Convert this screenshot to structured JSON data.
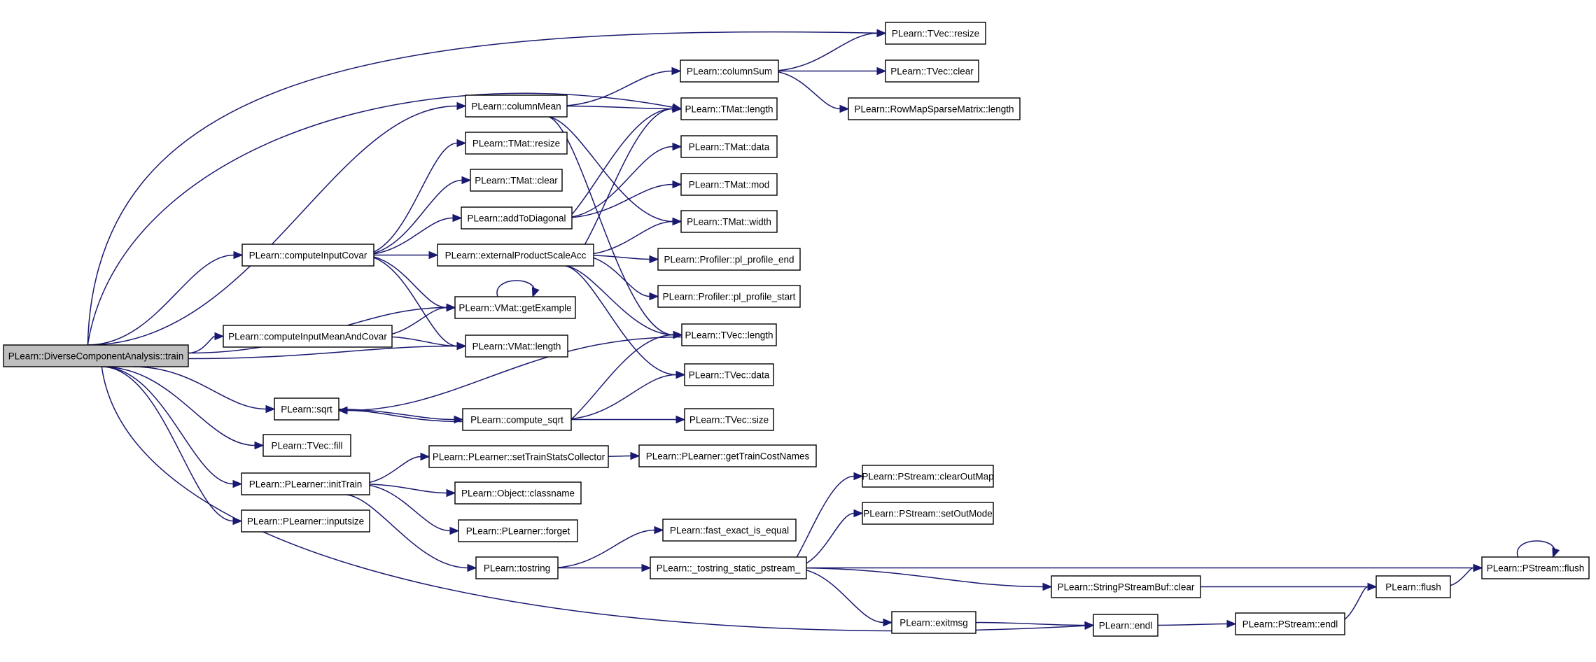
{
  "graph": {
    "type": "call-graph",
    "colors": {
      "node_fill": "#ffffff",
      "root_fill": "#bfbfbf",
      "node_border": "#000000",
      "edge": "#191970"
    },
    "nodes": [
      {
        "id": "dca_train",
        "label": "PLearn::DiverseComponentAnalysis::train",
        "root": true
      },
      {
        "id": "tvec_resize",
        "label": "PLearn::TVec::resize"
      },
      {
        "id": "columnsum",
        "label": "PLearn::columnSum"
      },
      {
        "id": "tvec_clear",
        "label": "PLearn::TVec::clear"
      },
      {
        "id": "rowmap_length",
        "label": "PLearn::RowMapSparseMatrix::length"
      },
      {
        "id": "columnmean",
        "label": "PLearn::columnMean"
      },
      {
        "id": "tmat_length",
        "label": "PLearn::TMat::length"
      },
      {
        "id": "tmat_resize",
        "label": "PLearn::TMat::resize"
      },
      {
        "id": "tmat_data",
        "label": "PLearn::TMat::data"
      },
      {
        "id": "tmat_clear",
        "label": "PLearn::TMat::clear"
      },
      {
        "id": "tmat_mod",
        "label": "PLearn::TMat::mod"
      },
      {
        "id": "addtodiagonal",
        "label": "PLearn::addToDiagonal"
      },
      {
        "id": "tmat_width",
        "label": "PLearn::TMat::width"
      },
      {
        "id": "computeinputcovar",
        "label": "PLearn::computeInputCovar"
      },
      {
        "id": "extprod",
        "label": "PLearn::externalProductScaleAcc"
      },
      {
        "id": "prof_end",
        "label": "PLearn::Profiler::pl_profile_end"
      },
      {
        "id": "prof_start",
        "label": "PLearn::Profiler::pl_profile_start"
      },
      {
        "id": "vmat_getexample",
        "label": "PLearn::VMat::getExample"
      },
      {
        "id": "computeinputmeanandcovar",
        "label": "PLearn::computeInputMeanAndCovar"
      },
      {
        "id": "tvec_length",
        "label": "PLearn::TVec::length"
      },
      {
        "id": "vmat_length",
        "label": "PLearn::VMat::length"
      },
      {
        "id": "tvec_data",
        "label": "PLearn::TVec::data"
      },
      {
        "id": "sqrt",
        "label": "PLearn::sqrt"
      },
      {
        "id": "compute_sqrt",
        "label": "PLearn::compute_sqrt"
      },
      {
        "id": "tvec_size",
        "label": "PLearn::TVec::size"
      },
      {
        "id": "tvec_fill",
        "label": "PLearn::TVec::fill"
      },
      {
        "id": "settrainstats",
        "label": "PLearn::PLearner::setTrainStatsCollector"
      },
      {
        "id": "gettraincost",
        "label": "PLearn::PLearner::getTrainCostNames"
      },
      {
        "id": "inittrain",
        "label": "PLearn::PLearner::initTrain"
      },
      {
        "id": "classname",
        "label": "PLearn::Object::classname"
      },
      {
        "id": "clearoutmap",
        "label": "PLearn::PStream::clearOutMap"
      },
      {
        "id": "setoutmode",
        "label": "PLearn::PStream::setOutMode"
      },
      {
        "id": "forget",
        "label": "PLearn::PLearner::forget"
      },
      {
        "id": "inputsize",
        "label": "PLearn::PLearner::inputsize"
      },
      {
        "id": "fast_exact",
        "label": "PLearn::fast_exact_is_equal"
      },
      {
        "id": "tostring",
        "label": "PLearn::tostring"
      },
      {
        "id": "tostring_static",
        "label": "PLearn::_tostring_static_pstream_"
      },
      {
        "id": "pstream_flush",
        "label": "PLearn::PStream::flush"
      },
      {
        "id": "ssbuf_clear",
        "label": "PLearn::StringPStreamBuf::clear"
      },
      {
        "id": "flush",
        "label": "PLearn::flush"
      },
      {
        "id": "exitmsg",
        "label": "PLearn::exitmsg"
      },
      {
        "id": "endl",
        "label": "PLearn::endl"
      },
      {
        "id": "pstream_endl",
        "label": "PLearn::PStream::endl"
      }
    ]
  }
}
